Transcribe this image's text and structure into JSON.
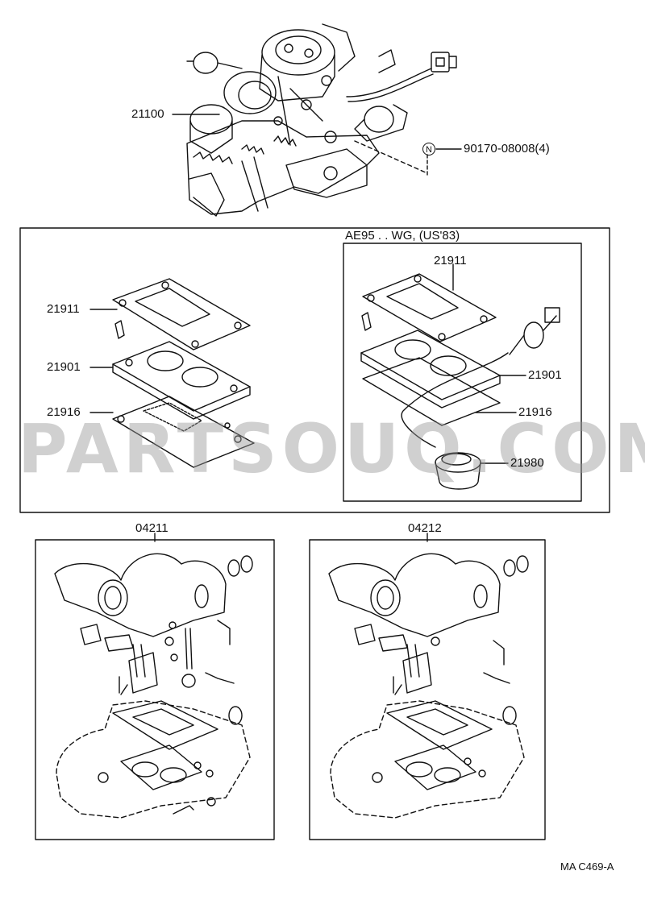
{
  "diagram": {
    "parts": {
      "carburetor_assy": "21100",
      "screw": "90170-08008(4)",
      "n_mark": "N",
      "gasket_top_left": "21911",
      "insulator_left": "21901",
      "gasket_bottom_left": "21916",
      "variant_header": "AE95 . . WG, (US'83)",
      "gasket_top_right": "21911",
      "insulator_right": "21901",
      "gasket_bottom_right": "21916",
      "heater_right": "21980",
      "kit_left": "04211",
      "kit_right": "04212"
    },
    "watermark": "PARTSOUQ.COM",
    "figure_code": "MA C469-A"
  },
  "colors": {
    "line": "#111111",
    "watermark": "#9a9a9a",
    "background": "#ffffff"
  }
}
